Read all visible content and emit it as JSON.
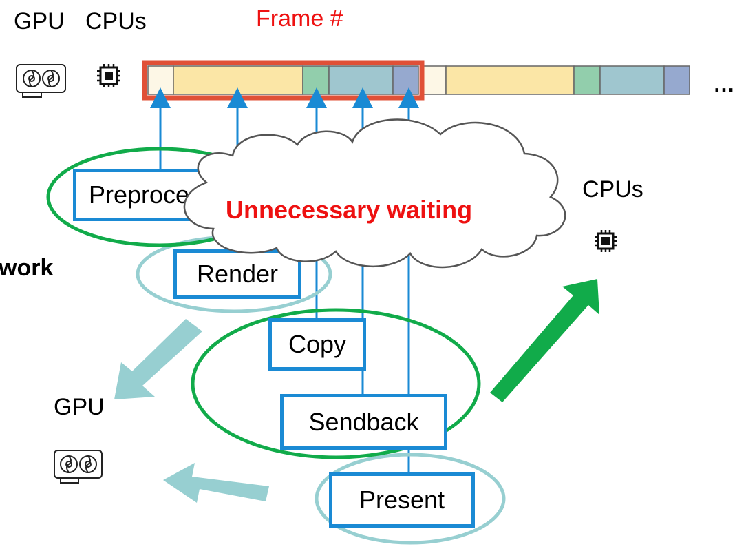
{
  "labels": {
    "gpu_top": "GPU",
    "cpus_top": "CPUs",
    "frame": "Frame #",
    "ellipsis": "…",
    "work": "work",
    "cpus_right": "CPUs",
    "gpu_left": "GPU",
    "cloud_text": "Unnecessary waiting"
  },
  "stages": {
    "preprocess": "Preprocess",
    "render": "Render",
    "copy": "Copy",
    "sendback": "Sendback",
    "present": "Present"
  },
  "timeline": {
    "segments": [
      "preprocess",
      "render",
      "copy",
      "sendback",
      "present"
    ],
    "colors": {
      "preprocess": "#fdf7e6",
      "render": "#fbe6a6",
      "copy": "#92ceac",
      "sendback": "#9fc6cf",
      "present": "#96a9cf"
    },
    "highlight_color": "#e05037"
  },
  "colors": {
    "box_border": "#1a8ad4",
    "arrow": "#1a8ad4",
    "green": "#11ab4a",
    "light_teal": "#97cfd1",
    "frame_label": "#ee1111",
    "cloud_text": "#ee1111"
  },
  "icons": [
    "gpu-icon",
    "chip-icon"
  ]
}
